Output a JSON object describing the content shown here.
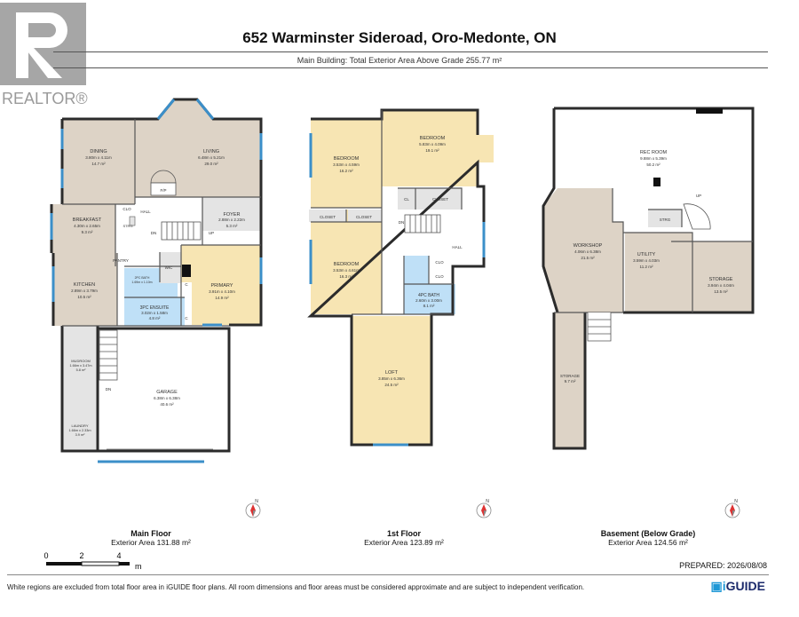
{
  "header": {
    "title": "652 Warminster Sideroad, Oro-Medonte, ON",
    "subtitle": "Main Building: Total Exterior Area Above Grade 255.77 m²"
  },
  "logo": {
    "text": "REALTOR®",
    "icon": "realtor-r-icon"
  },
  "floors": [
    {
      "name": "Main Floor",
      "area": "Exterior Area 131.88 m²",
      "rooms": {
        "dining": {
          "name": "DINING",
          "dims": "3.80m x 4.11m",
          "area": "14.7 m²"
        },
        "living": {
          "name": "LIVING",
          "dims": "6.48m x 5.21m",
          "area": "29.0 m²"
        },
        "fp": {
          "name": "F/P"
        },
        "breakfast": {
          "name": "BREAKFAST",
          "dims": "4.30m x 2.65m",
          "area": "9.3 m²"
        },
        "clo": {
          "name": "CLO"
        },
        "hall": {
          "name": "HALL"
        },
        "strg": {
          "name": "STRG"
        },
        "dn": {
          "name": "DN"
        },
        "foyer": {
          "name": "FOYER",
          "dims": "2.88m x 2.22m",
          "area": "5.3 m²"
        },
        "up": {
          "name": "UP"
        },
        "pantry": {
          "name": "PANTRY"
        },
        "wic": {
          "name": "WIC"
        },
        "kitchen": {
          "name": "KITCHEN",
          "dims": "2.89m x 3.79m",
          "area": "10.5 m²"
        },
        "bath2": {
          "name": "2PC BATH",
          "dims": "1.69m x 1.10m"
        },
        "ensuite": {
          "name": "3PC ENSUITE",
          "dims": "3.02m x 1.58m",
          "area": "4.8 m²"
        },
        "primary": {
          "name": "PRIMARY",
          "dims": "3.91m x 4.10m",
          "area": "14.9 m²"
        },
        "c1": {
          "name": "C"
        },
        "c2": {
          "name": "C"
        },
        "mudroom": {
          "name": "MUDROOM",
          "dims": "1.66m x 3.47m",
          "area": "5.8 m²"
        },
        "dn2": {
          "name": "DN"
        },
        "garage": {
          "name": "GARAGE",
          "dims": "6.38m x 6.38m",
          "area": "40.6 m²"
        },
        "laundry": {
          "name": "LAUNDRY",
          "dims": "1.66m x 2.33m",
          "area": "3.9 m²"
        }
      }
    },
    {
      "name": "1st Floor",
      "area": "Exterior Area 123.89 m²",
      "rooms": {
        "bedroom1": {
          "name": "BEDROOM",
          "dims": "3.53m x 4.59m",
          "area": "16.2 m²"
        },
        "bedroom2": {
          "name": "BEDROOM",
          "dims": "5.83m x 4.09m",
          "area": "19.1 m²"
        },
        "cl": {
          "name": "CL"
        },
        "closet1": {
          "name": "CLOSET"
        },
        "closet2": {
          "name": "CLOSET"
        },
        "closet3": {
          "name": "CLOSET"
        },
        "dn": {
          "name": "DN"
        },
        "hall": {
          "name": "HALL"
        },
        "bedroom3": {
          "name": "BEDROOM",
          "dims": "3.53m x 4.61m",
          "area": "16.3 m²"
        },
        "clo1": {
          "name": "CLO"
        },
        "clo2": {
          "name": "CLO"
        },
        "bath4": {
          "name": "4PC BATH",
          "dims": "2.60m x 3.00m",
          "area": "8.1 m²"
        },
        "loft": {
          "name": "LOFT",
          "dims": "3.85m x 6.36m",
          "area": "24.5 m²"
        }
      }
    },
    {
      "name": "Basement (Below Grade)",
      "area": "Exterior Area 124.56 m²",
      "rooms": {
        "rec": {
          "name": "REC ROOM",
          "dims": "9.88m x 5.39m",
          "area": "50.2 m²"
        },
        "up": {
          "name": "UP"
        },
        "strg": {
          "name": "STRG"
        },
        "workshop": {
          "name": "WORKSHOP",
          "dims": "4.06m x 6.38m",
          "area": "21.5 m²"
        },
        "utility": {
          "name": "UTILITY",
          "dims": "3.59m x 4.03m",
          "area": "11.2 m²"
        },
        "storage1": {
          "name": "STORAGE",
          "dims": "3.94m x 4.04m",
          "area": "13.5 m²"
        },
        "storage2": {
          "name": "STORAGE",
          "area": "9.7 m²"
        }
      }
    }
  ],
  "compass": {
    "label": "N",
    "icon": "compass-icon"
  },
  "scale": {
    "ticks": [
      "0",
      "2",
      "4"
    ],
    "unit": "m"
  },
  "footer": {
    "prepared": "PREPARED: 2026/08/08",
    "note": "White regions are excluded from total floor area in iGUIDE floor plans. All room dimensions and floor areas must be considered approximate and are subject to independent verification.",
    "brand_i": "i",
    "brand_rest": "GUIDE"
  },
  "colors": {
    "tan": "#ddd3c6",
    "yellow": "#f7e5b3",
    "blue": "#bfe0f7",
    "grey": "#e4e4e4",
    "wall": "#2b2b2b",
    "window": "#3b8fc9",
    "brand": "#1b2a6b",
    "accent": "#1f98d6"
  }
}
